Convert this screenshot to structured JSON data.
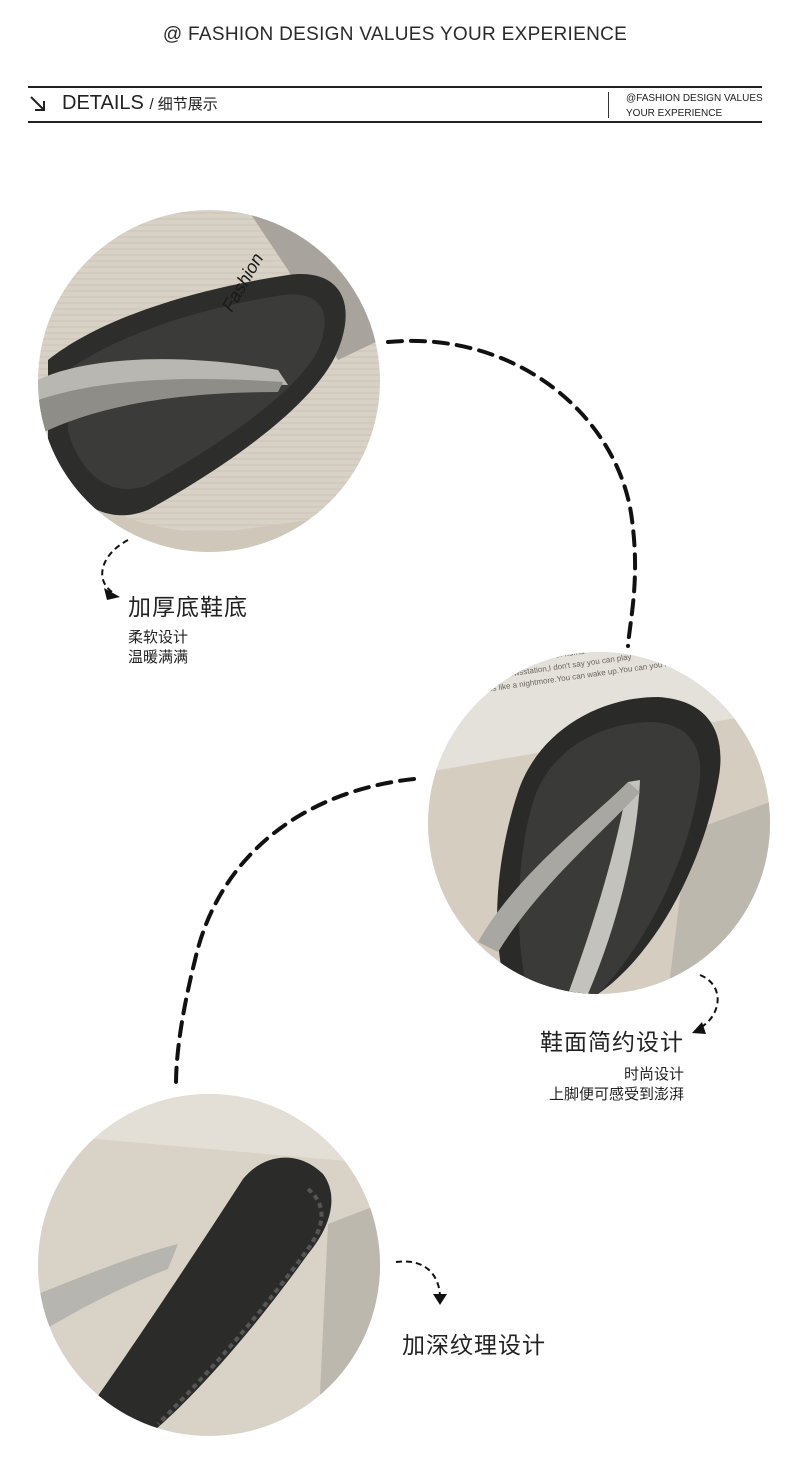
{
  "header": {
    "slogan": "@ FASHION DESIGN VALUES YOUR EXPERIENCE",
    "section_title_en": "DETAILS",
    "section_title_zh": "/ 细节展示",
    "right_line1": "@FASHION DESIGN VALUES",
    "right_line2": "YOUR EXPERIENCE"
  },
  "features": [
    {
      "title": "加厚底鞋底",
      "line1": "柔软设计",
      "line2": "温暖满满"
    },
    {
      "title": "鞋面简约设计",
      "line1": "时尚设计",
      "line2": "上脚便可感受到澎湃"
    },
    {
      "title": "加深纹理设计"
    }
  ],
  "photos": [
    {
      "name": "sole-closeup-photo",
      "brand_mark": "Fashion"
    },
    {
      "name": "strap-closeup-photo",
      "background_text": [
        "Ruri through thehe back of huma",
        "ing in the newsstation,I don't say you can play",
        "ctive is like a nightmore.You can wake up.You can you re"
      ]
    },
    {
      "name": "texture-closeup-photo"
    }
  ],
  "colors": {
    "carpet": "#d8d1c5",
    "sole_black": "#2d2e2c",
    "strap_silver": "#b9b7b1",
    "accent_dark": "#111111"
  }
}
